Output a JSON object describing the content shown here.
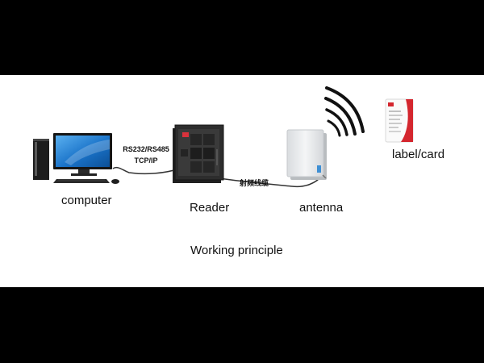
{
  "diagram": {
    "caption": "Working principle",
    "nodes": {
      "computer": "computer",
      "reader": "Reader",
      "antenna": "antenna",
      "label_card": "label/card"
    },
    "links": {
      "computer_reader_line1": "RS232/RS485",
      "computer_reader_line2": "TCP/IP",
      "reader_antenna": "射频线缆"
    },
    "colors": {
      "background": "#ffffff",
      "letterbox": "#000000",
      "reader_body": "#1c1c1c",
      "reader_accent": "#d9323c",
      "screen_blue": "#1a73c9",
      "antenna_body": "#eceeef",
      "card_accent": "#d4262e"
    },
    "icons": [
      "computer-icon",
      "reader-icon",
      "antenna-icon",
      "rf-signal-waves-icon",
      "rfid-card-icon"
    ]
  }
}
